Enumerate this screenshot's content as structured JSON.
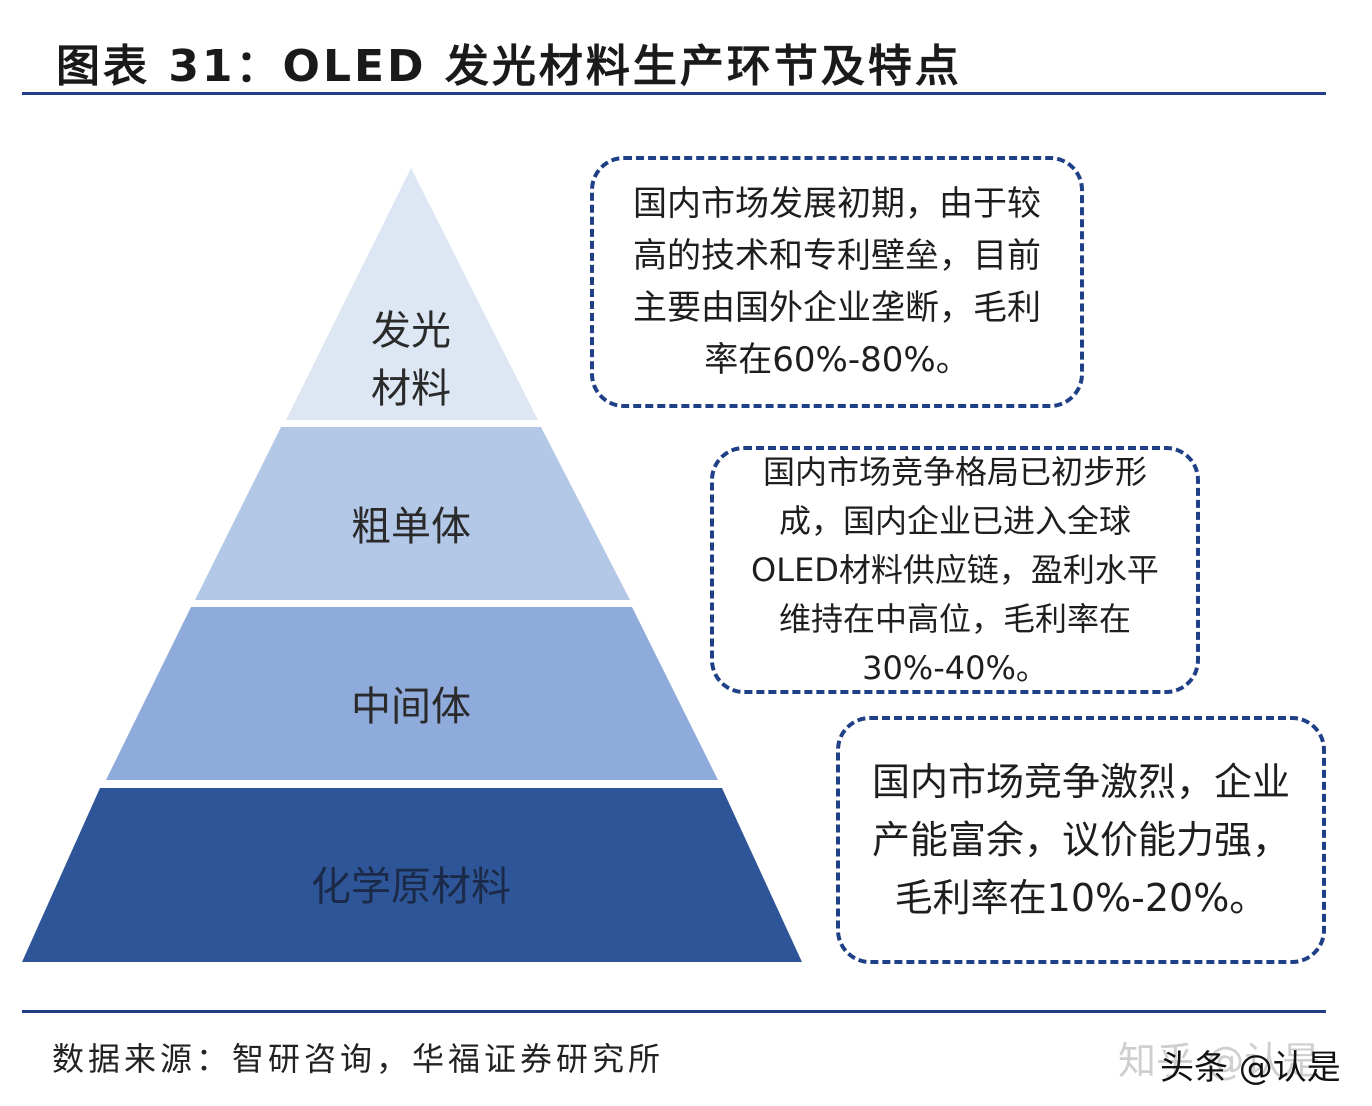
{
  "title": "图表 31：OLED 发光材料生产环节及特点",
  "colors": {
    "rule": "#1f3f86",
    "callout_border": "#1f3f86",
    "tier_1": "#dde7f4",
    "tier_2": "#b3c7e7",
    "tier_3": "#8eabdc",
    "tier_4": "#2d5597"
  },
  "pyramid": {
    "tiers": [
      {
        "label_lines": [
          "发光",
          "材料"
        ]
      },
      {
        "label_lines": [
          "粗单体"
        ]
      },
      {
        "label_lines": [
          "中间体"
        ]
      },
      {
        "label_lines": [
          "化学原材料"
        ]
      }
    ]
  },
  "callouts": [
    {
      "lines": [
        "国内市场发展初期，由于较",
        "高的技术和专利壁垒，目前",
        "主要由国外企业垄断，毛利",
        "率在60%-80%。"
      ]
    },
    {
      "lines": [
        "国内市场竞争格局已初步形",
        "成，国内企业已进入全球",
        "OLED材料供应链，盈利水平",
        "维持在中高位，毛利率在",
        "30%-40%。"
      ]
    },
    {
      "lines": [
        "国内市场竞争激烈，企业",
        "产能富余，议价能力强，",
        "毛利率在10%-20%。"
      ]
    }
  ],
  "source": "数据来源：智研咨询，华福证券研究所",
  "watermark": {
    "zhihu": "知乎 @认是",
    "toutiao": "头条 @认是"
  }
}
